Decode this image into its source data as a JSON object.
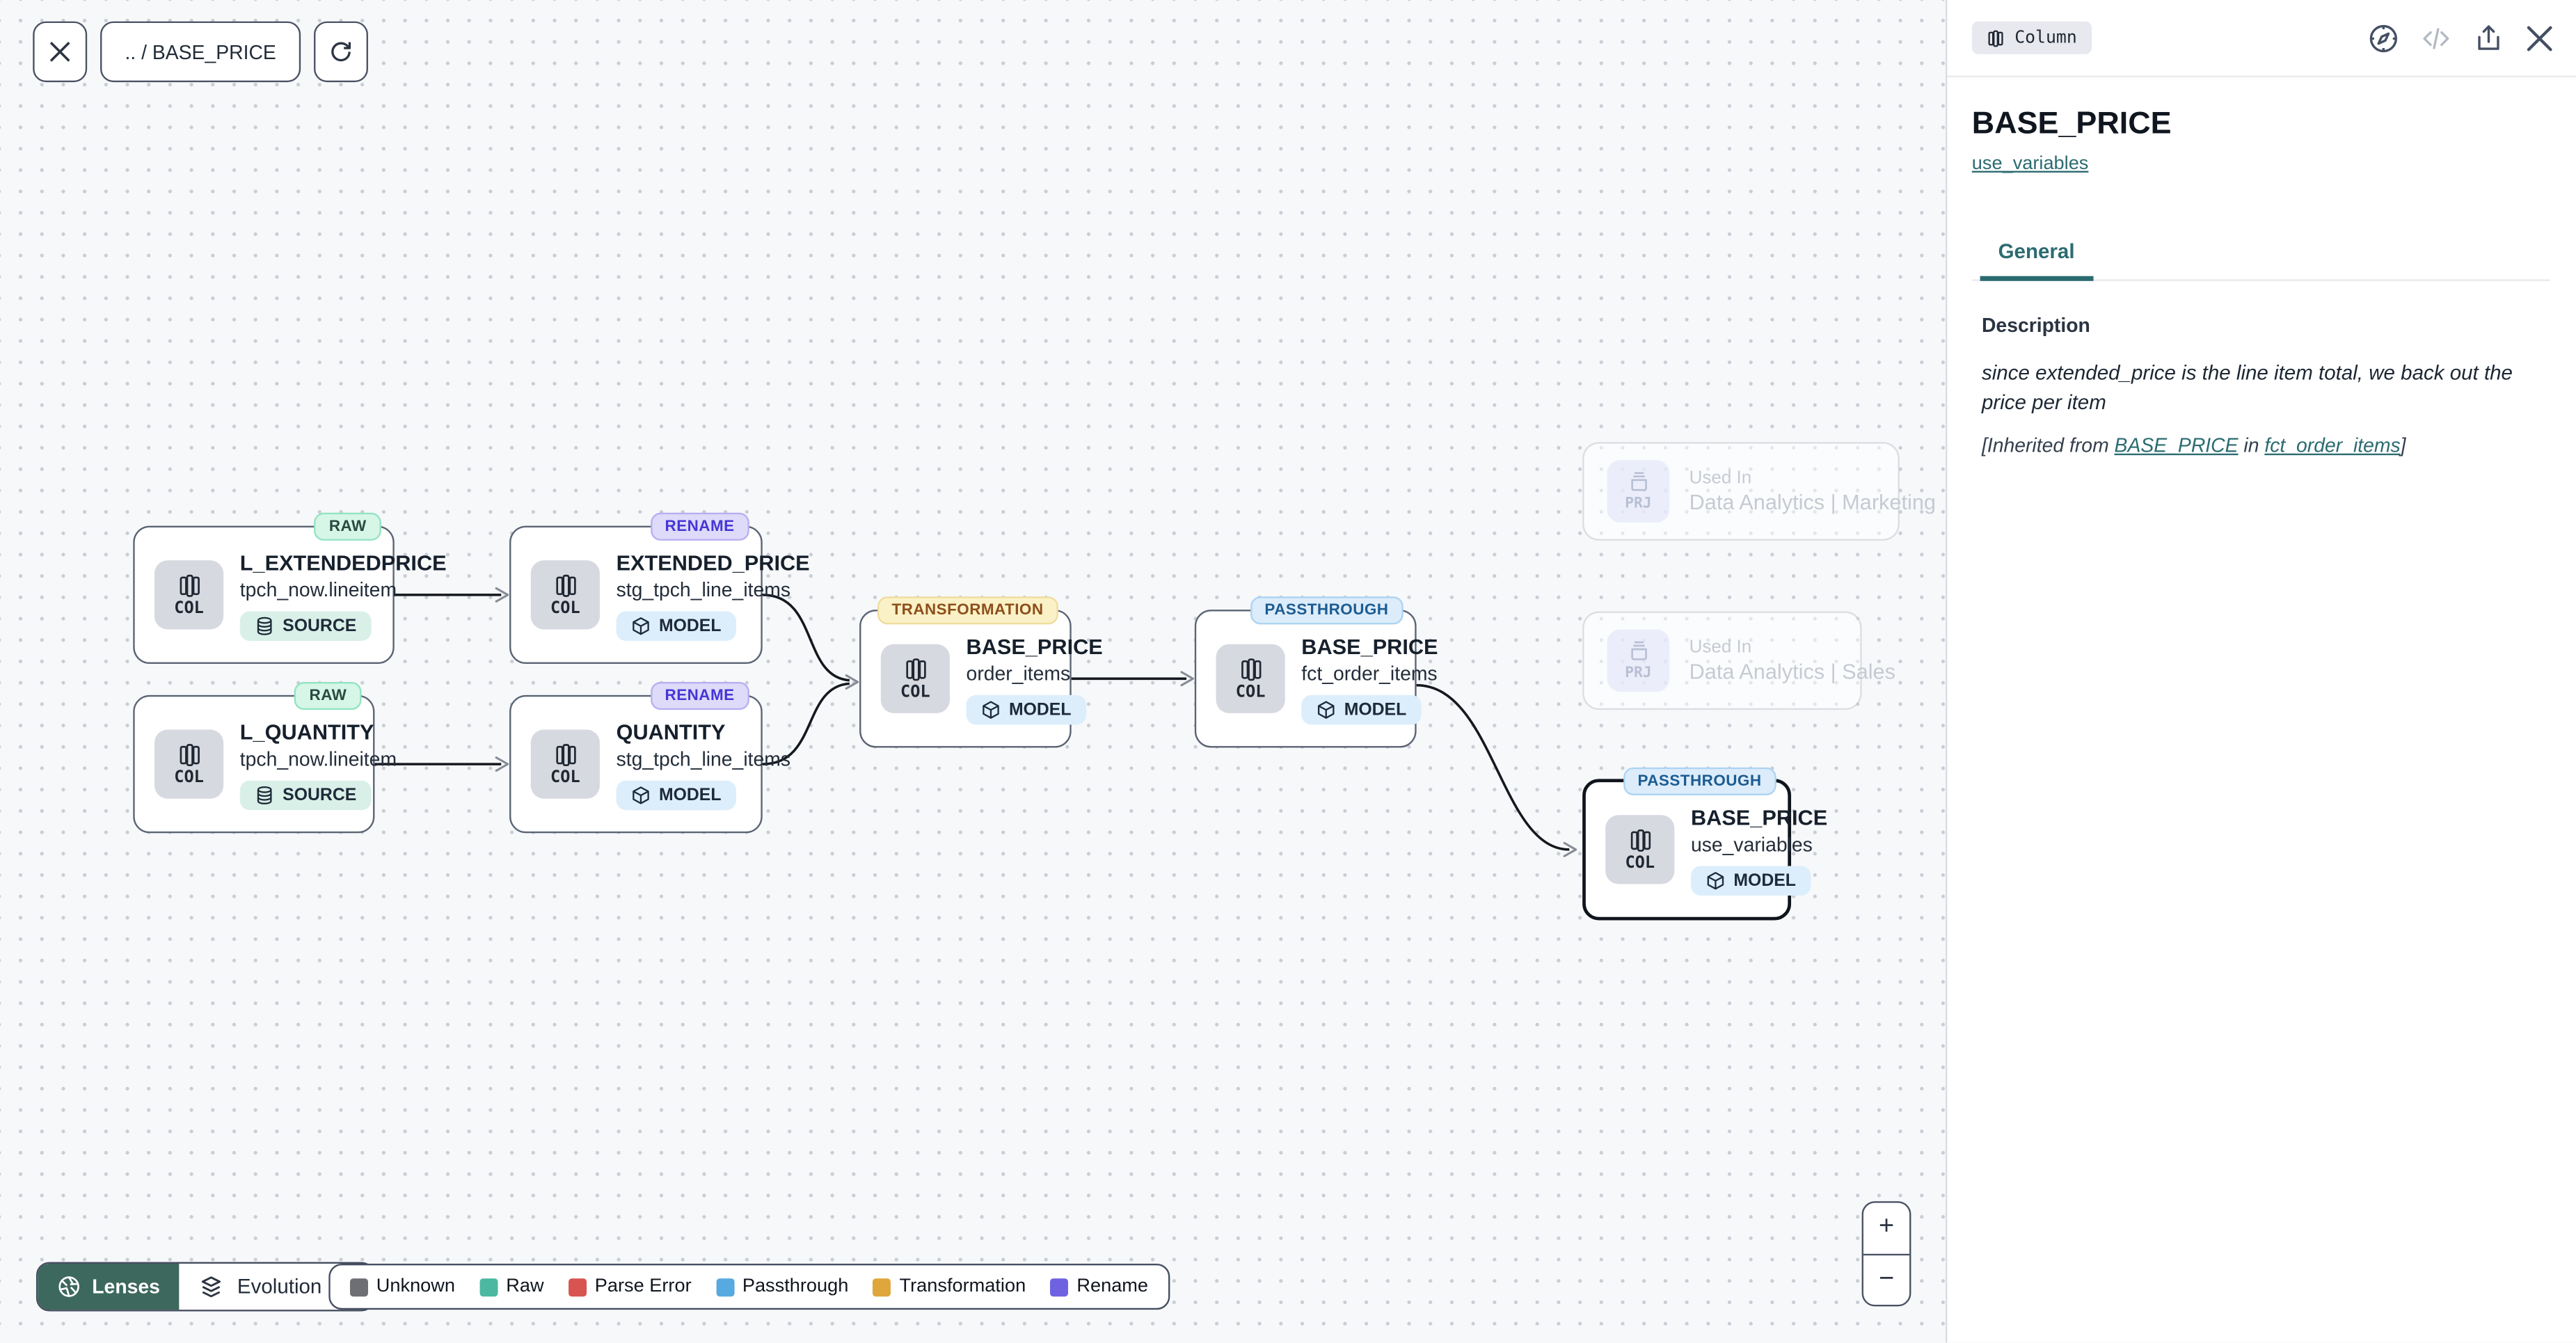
{
  "toolbar": {
    "breadcrumb": ".. / BASE_PRICE"
  },
  "canvas": {
    "nodes": [
      {
        "lens": "RAW",
        "title": "L_EXTENDEDPRICE",
        "subtitle": "tpch_now.lineitem",
        "kind": "COL",
        "type": "SOURCE"
      },
      {
        "lens": "RENAME",
        "title": "EXTENDED_PRICE",
        "subtitle": "stg_tpch_line_items",
        "kind": "COL",
        "type": "MODEL"
      },
      {
        "lens": "RAW",
        "title": "L_QUANTITY",
        "subtitle": "tpch_now.lineitem",
        "kind": "COL",
        "type": "SOURCE"
      },
      {
        "lens": "RENAME",
        "title": "QUANTITY",
        "subtitle": "stg_tpch_line_items",
        "kind": "COL",
        "type": "MODEL"
      },
      {
        "lens": "TRANSFORMATION",
        "title": "BASE_PRICE",
        "subtitle": "order_items",
        "kind": "COL",
        "type": "MODEL"
      },
      {
        "lens": "PASSTHROUGH",
        "title": "BASE_PRICE",
        "subtitle": "fct_order_items",
        "kind": "COL",
        "type": "MODEL"
      },
      {
        "lens": "PASSTHROUGH",
        "title": "BASE_PRICE",
        "subtitle": "use_variables",
        "kind": "COL",
        "type": "MODEL",
        "selected": true
      }
    ],
    "used_in": [
      {
        "kind": "PRJ",
        "label": "Used In",
        "project": "Data Analytics | Marketing"
      },
      {
        "kind": "PRJ",
        "label": "Used In",
        "project": "Data Analytics | Sales"
      }
    ]
  },
  "lenses_bar": {
    "lenses_label": "Lenses",
    "mode_label": "Evolution"
  },
  "legend": {
    "items": [
      {
        "label": "Unknown",
        "color": "#6d6f74"
      },
      {
        "label": "Raw",
        "color": "#4cb8a1"
      },
      {
        "label": "Parse Error",
        "color": "#d85450"
      },
      {
        "label": "Passthrough",
        "color": "#57aadf"
      },
      {
        "label": "Transformation",
        "color": "#dfa63b"
      },
      {
        "label": "Rename",
        "color": "#6f62e1"
      }
    ]
  },
  "zoom_controls": {
    "zoom_in": "+",
    "zoom_out": "−"
  },
  "panel": {
    "type_chip": "Column",
    "title": "BASE_PRICE",
    "model_link": "use_variables",
    "tabs": [
      {
        "label": "General",
        "active": true
      }
    ],
    "description_heading": "Description",
    "description_text": "since extended_price is the line item total, we back out the price per item",
    "inherited": {
      "prefix": "[Inherited from ",
      "link1": "BASE_PRICE",
      "middle": " in ",
      "link2": "fct_order_items",
      "suffix": "]"
    }
  },
  "colors": {
    "accent_teal": "#2b6b70",
    "lenses_button_bg": "#3d685d",
    "edge": "#15191f"
  }
}
